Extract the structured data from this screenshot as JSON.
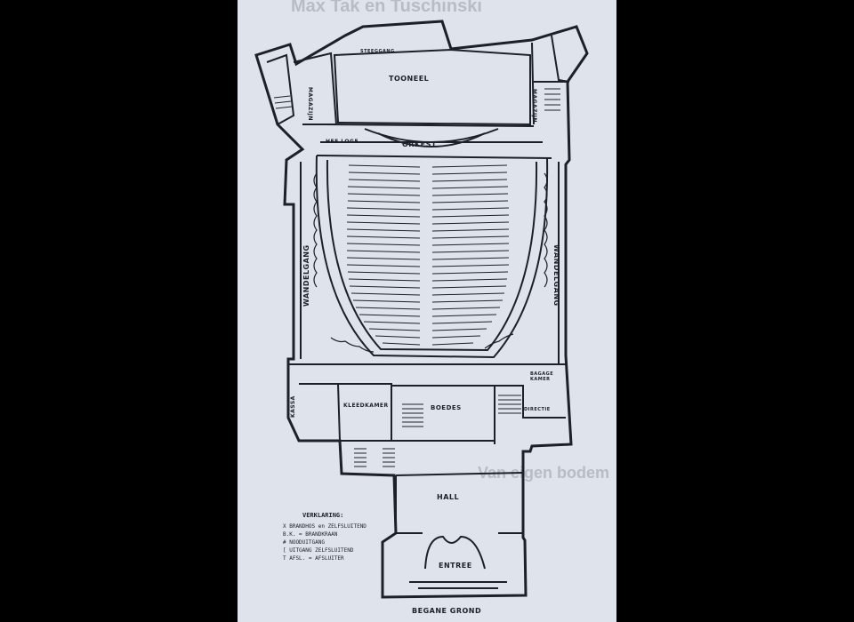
{
  "plan": {
    "rooms": {
      "stage": "TOONEEL",
      "orchestra": "ORKEST",
      "left_foyer": "WANDELGANG",
      "right_foyer": "WANDELGANG",
      "cloakroom": "KLEEDKAMER",
      "bar": "BOEDES",
      "directorate": "DIRECTIE",
      "hall": "HALL",
      "entrance": "ENTREE",
      "ground_floor": "BEGANE GROND",
      "stage_door": "STEEGGANG",
      "side_room_left": "MAGAZIJN",
      "side_room_right": "MAGAZIJN",
      "private_box": "HEE LOGE",
      "cashier": "KASSA",
      "right_service": "BAGAGE KAMER"
    },
    "legend": {
      "title": "VERKLARING:",
      "items": [
        "X  BRANDHOS en ZELFSLUITEND",
        "B.K.  = BRANDKRAAN",
        "#  NOODUITGANG",
        "[  UITGANG ZELFSLUITEND",
        "T  AFSL. = AFSLUITER"
      ]
    },
    "background_text": {
      "top_heading": "Max Tak en Tuschinski",
      "middle_heading": "Van eigen bodem"
    }
  }
}
